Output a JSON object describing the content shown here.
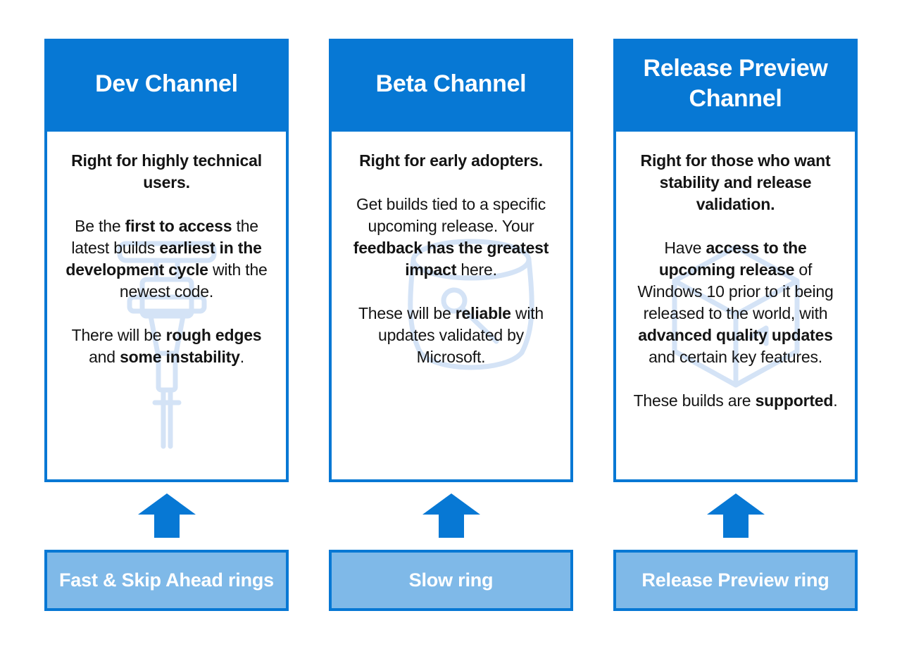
{
  "colors": {
    "primary_blue": "#0778d4",
    "light_blue_fill": "#7fb9e8",
    "watermark_blue": "#d4e3f6",
    "text_black": "#141414",
    "white": "#ffffff"
  },
  "columns": [
    {
      "title": "Dev Channel",
      "watermark_icon": "jackhammer-icon",
      "paragraphs": [
        {
          "all_bold": true,
          "runs": [
            {
              "t": "Right for highly technical users.",
              "b": true
            }
          ]
        },
        {
          "all_bold": false,
          "runs": [
            {
              "t": "Be the ",
              "b": false
            },
            {
              "t": "first to access",
              "b": true
            },
            {
              "t": " the latest builds ",
              "b": false
            },
            {
              "t": "earliest in the development cycle",
              "b": true
            },
            {
              "t": " with the newest code.",
              "b": false
            }
          ]
        },
        {
          "all_bold": false,
          "runs": [
            {
              "t": "There will be ",
              "b": false
            },
            {
              "t": "rough edges",
              "b": true
            },
            {
              "t": " and ",
              "b": false
            },
            {
              "t": "some instability",
              "b": true
            },
            {
              "t": ".",
              "b": false
            }
          ]
        }
      ],
      "ring_label": "Fast & Skip Ahead rings"
    },
    {
      "title": "Beta Channel",
      "watermark_icon": "barrel-icon",
      "paragraphs": [
        {
          "all_bold": true,
          "runs": [
            {
              "t": "Right for early adopters.",
              "b": true
            }
          ]
        },
        {
          "all_bold": false,
          "runs": [
            {
              "t": "Get builds tied to a specific upcoming release. Your ",
              "b": false
            },
            {
              "t": "feedback has the greatest impact",
              "b": true
            },
            {
              "t": " here.",
              "b": false
            }
          ]
        },
        {
          "all_bold": false,
          "runs": [
            {
              "t": "These will be ",
              "b": false
            },
            {
              "t": "reliable",
              "b": true
            },
            {
              "t": " with updates validated by Microsoft.",
              "b": false
            }
          ]
        }
      ],
      "ring_label": "Slow ring"
    },
    {
      "title": "Release Preview Channel",
      "watermark_icon": "cube-icon",
      "paragraphs": [
        {
          "all_bold": true,
          "runs": [
            {
              "t": "Right for those who want stability and release validation.",
              "b": true
            }
          ]
        },
        {
          "all_bold": false,
          "runs": [
            {
              "t": "Have ",
              "b": false
            },
            {
              "t": "access to the upcoming release",
              "b": true
            },
            {
              "t": " of Windows 10 prior to it being released to the world, with ",
              "b": false
            },
            {
              "t": "advanced quality updates",
              "b": true
            },
            {
              "t": " and certain key features.",
              "b": false
            }
          ]
        },
        {
          "all_bold": false,
          "runs": [
            {
              "t": "These builds are ",
              "b": false
            },
            {
              "t": "supported",
              "b": true
            },
            {
              "t": ".",
              "b": false
            }
          ]
        }
      ],
      "ring_label": "Release Preview ring"
    }
  ]
}
